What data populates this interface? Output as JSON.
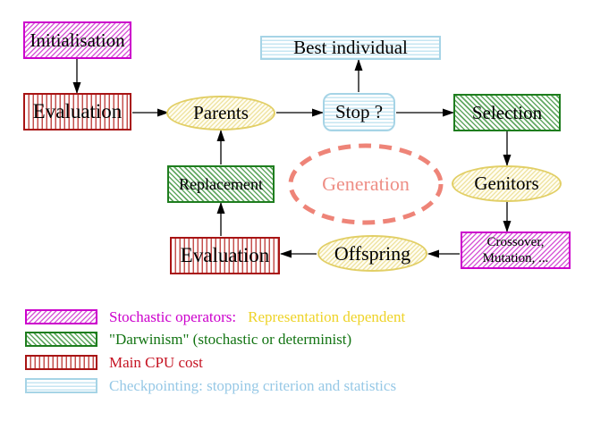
{
  "nodes": {
    "initialisation": "Initialisation",
    "evaluation_top": "Evaluation",
    "parents": "Parents",
    "best_individual": "Best individual",
    "stop": "Stop ?",
    "selection": "Selection",
    "genitors": "Genitors",
    "replacement": "Replacement",
    "generation": "Generation",
    "offspring": "Offspring",
    "evaluation_bottom": "Evaluation",
    "crossover_line1": "Crossover,",
    "crossover_line2": "Mutation, ..."
  },
  "edges": [
    "initialisation -> evaluation_top",
    "evaluation_top -> parents",
    "parents -> stop",
    "stop -> best_individual",
    "stop -> selection",
    "selection -> genitors",
    "genitors -> crossover_mutation",
    "crossover_mutation -> offspring",
    "offspring -> evaluation_bottom",
    "evaluation_bottom -> replacement",
    "replacement -> parents"
  ],
  "legend": {
    "items": [
      {
        "swatch": "magenta-diagonal-hatch",
        "text": "Stochastic operators:",
        "text2": "Representation dependent",
        "color": "#cc00cc",
        "color2": "#eed327"
      },
      {
        "swatch": "green-diagonal-hatch",
        "text": "\"Darwinism\" (stochastic or determinist)",
        "color": "#137413"
      },
      {
        "swatch": "red-vertical-hatch",
        "text": "Main CPU cost",
        "color": "#c51322"
      },
      {
        "swatch": "cyan-horizontal-hatch",
        "text": "Checkpointing: stopping criterion and statistics",
        "color": "#96c8e6"
      }
    ]
  },
  "colors": {
    "magenta_border": "#cc00cc",
    "green_border": "#1e7d1e",
    "red_border": "#a81414",
    "cyan_border": "#a6d4e6",
    "yellow_border": "#e2cf66",
    "generation_dash": "#ee8478",
    "arrow": "#000000",
    "background": "#ffffff"
  }
}
